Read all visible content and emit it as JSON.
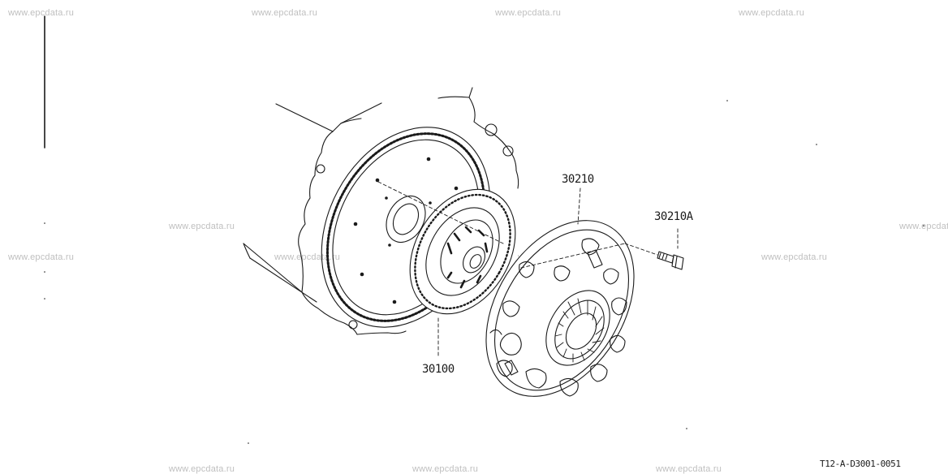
{
  "watermark": "www.epcdata.ru",
  "parts": {
    "clutch_disc": "30100",
    "clutch_cover": "30210",
    "cover_bolt": "30210A"
  },
  "diagram_code": "T12-A-D3001-0051"
}
